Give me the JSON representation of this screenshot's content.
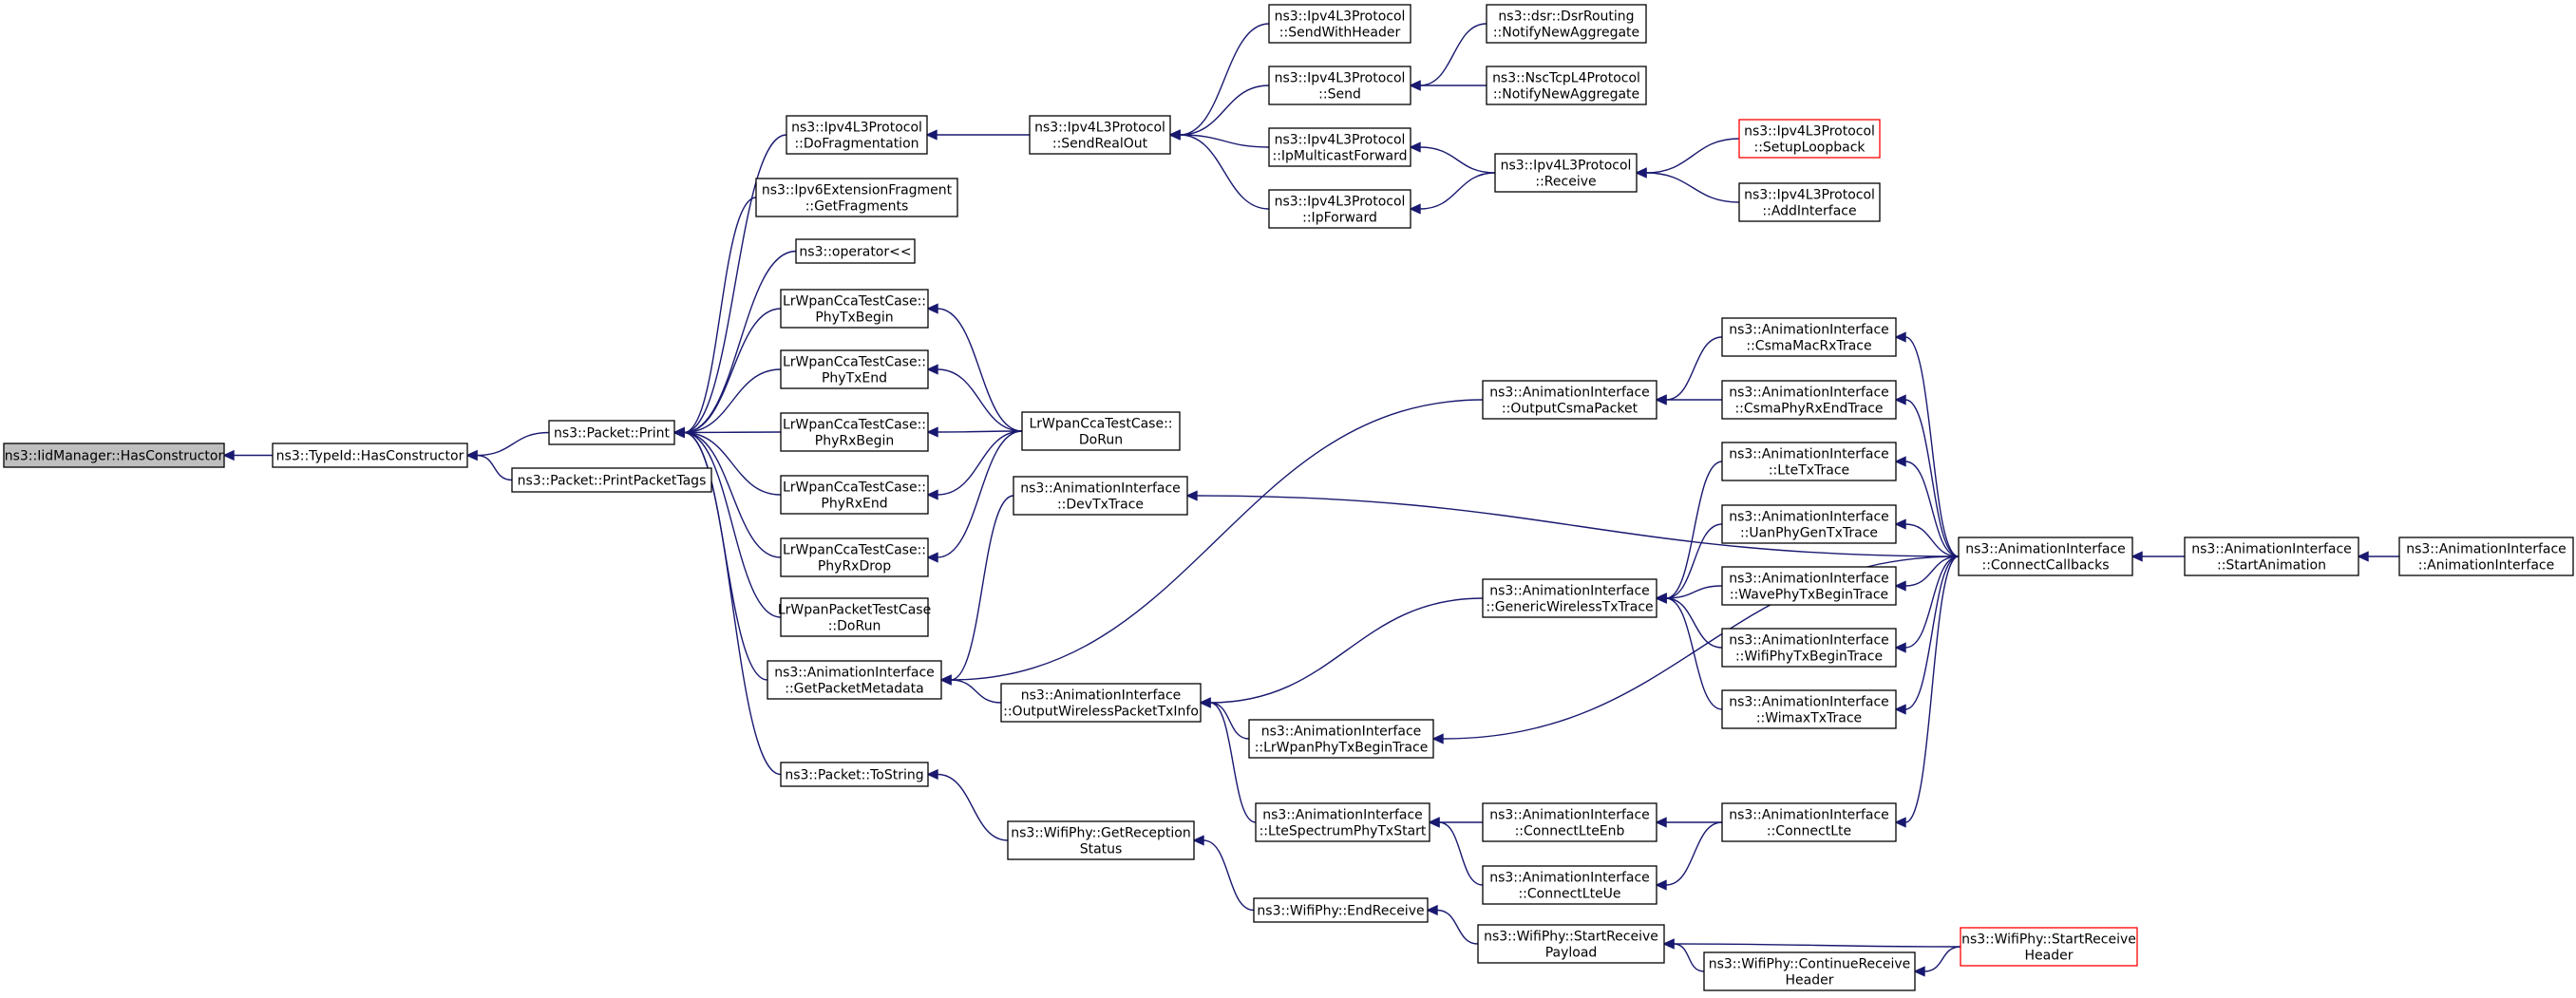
{
  "colors": {
    "edge": "#191970",
    "root_fill": "#bfbfbf",
    "truncated_border": "#ff0000"
  },
  "nodes": [
    {
      "id": "iid_hascons",
      "lines": [
        "ns3::IidManager::HasConstructor"
      ],
      "style": "root"
    },
    {
      "id": "typeid_hascons",
      "lines": [
        "ns3::TypeId::HasConstructor"
      ]
    },
    {
      "id": "packet_print",
      "lines": [
        "ns3::Packet::Print"
      ]
    },
    {
      "id": "packet_printtags",
      "lines": [
        "ns3::Packet::PrintPacketTags"
      ]
    },
    {
      "id": "ipv4_dofrag",
      "lines": [
        "ns3::Ipv4L3Protocol",
        "::DoFragmentation"
      ]
    },
    {
      "id": "ipv6_getfrag",
      "lines": [
        "ns3::Ipv6ExtensionFragment",
        "::GetFragments"
      ]
    },
    {
      "id": "operator_ll",
      "lines": [
        "ns3::operator<<"
      ]
    },
    {
      "id": "lrcca_txbegin",
      "lines": [
        "LrWpanCcaTestCase::",
        "PhyTxBegin"
      ]
    },
    {
      "id": "lrcca_txend",
      "lines": [
        "LrWpanCcaTestCase::",
        "PhyTxEnd"
      ]
    },
    {
      "id": "lrcca_rxbegin",
      "lines": [
        "LrWpanCcaTestCase::",
        "PhyRxBegin"
      ]
    },
    {
      "id": "lrcca_rxend",
      "lines": [
        "LrWpanCcaTestCase::",
        "PhyRxEnd"
      ]
    },
    {
      "id": "lrcca_rxdrop",
      "lines": [
        "LrWpanCcaTestCase::",
        "PhyRxDrop"
      ]
    },
    {
      "id": "lrpacket_dorun",
      "lines": [
        "LrWpanPacketTestCase",
        "::DoRun"
      ]
    },
    {
      "id": "ai_getpktmeta",
      "lines": [
        "ns3::AnimationInterface",
        "::GetPacketMetadata"
      ]
    },
    {
      "id": "packet_tostring",
      "lines": [
        "ns3::Packet::ToString"
      ]
    },
    {
      "id": "ipv4_sendrealout",
      "lines": [
        "ns3::Ipv4L3Protocol",
        "::SendRealOut"
      ]
    },
    {
      "id": "lrcca_dorun",
      "lines": [
        "LrWpanCcaTestCase::",
        "DoRun"
      ]
    },
    {
      "id": "ai_devtxtrace",
      "lines": [
        "ns3::AnimationInterface",
        "::DevTxTrace"
      ]
    },
    {
      "id": "ai_outwirelesstx",
      "lines": [
        "ns3::AnimationInterface",
        "::OutputWirelessPacketTxInfo"
      ]
    },
    {
      "id": "wifiphy_getrecstat",
      "lines": [
        "ns3::WifiPhy::GetReception",
        "Status"
      ]
    },
    {
      "id": "ipv4_sendwithhdr",
      "lines": [
        "ns3::Ipv4L3Protocol",
        "::SendWithHeader"
      ]
    },
    {
      "id": "ipv4_send",
      "lines": [
        "ns3::Ipv4L3Protocol",
        "::Send"
      ]
    },
    {
      "id": "ipv4_ipmcfwd",
      "lines": [
        "ns3::Ipv4L3Protocol",
        "::IpMulticastForward"
      ]
    },
    {
      "id": "ipv4_ipfwd",
      "lines": [
        "ns3::Ipv4L3Protocol",
        "::IpForward"
      ]
    },
    {
      "id": "ai_lrwpantxbegin",
      "lines": [
        "ns3::AnimationInterface",
        "::LrWpanPhyTxBeginTrace"
      ]
    },
    {
      "id": "ai_ltespectx",
      "lines": [
        "ns3::AnimationInterface",
        "::LteSpectrumPhyTxStart"
      ]
    },
    {
      "id": "wifiphy_endrecv",
      "lines": [
        "ns3::WifiPhy::EndReceive"
      ]
    },
    {
      "id": "dsr_notify",
      "lines": [
        "ns3::dsr::DsrRouting",
        "::NotifyNewAggregate"
      ]
    },
    {
      "id": "nsctcp_notify",
      "lines": [
        "ns3::NscTcpL4Protocol",
        "::NotifyNewAggregate"
      ]
    },
    {
      "id": "ipv4_receive",
      "lines": [
        "ns3::Ipv4L3Protocol",
        "::Receive"
      ]
    },
    {
      "id": "ai_outcsmapkt",
      "lines": [
        "ns3::AnimationInterface",
        "::OutputCsmaPacket"
      ]
    },
    {
      "id": "ai_genwirelesstx",
      "lines": [
        "ns3::AnimationInterface",
        "::GenericWirelessTxTrace"
      ]
    },
    {
      "id": "ai_connlteenb",
      "lines": [
        "ns3::AnimationInterface",
        "::ConnectLteEnb"
      ]
    },
    {
      "id": "ai_connlteue",
      "lines": [
        "ns3::AnimationInterface",
        "::ConnectLteUe"
      ]
    },
    {
      "id": "wifiphy_startrecvpl",
      "lines": [
        "ns3::WifiPhy::StartReceive",
        "Payload"
      ]
    },
    {
      "id": "ipv4_setuploop",
      "lines": [
        "ns3::Ipv4L3Protocol",
        "::SetupLoopback"
      ],
      "style": "red"
    },
    {
      "id": "ipv4_addif",
      "lines": [
        "ns3::Ipv4L3Protocol",
        "::AddInterface"
      ]
    },
    {
      "id": "ai_csmamacrx",
      "lines": [
        "ns3::AnimationInterface",
        "::CsmaMacRxTrace"
      ]
    },
    {
      "id": "ai_csmaphyrxend",
      "lines": [
        "ns3::AnimationInterface",
        "::CsmaPhyRxEndTrace"
      ]
    },
    {
      "id": "ai_ltetx",
      "lines": [
        "ns3::AnimationInterface",
        "::LteTxTrace"
      ]
    },
    {
      "id": "ai_uanphygentx",
      "lines": [
        "ns3::AnimationInterface",
        "::UanPhyGenTxTrace"
      ]
    },
    {
      "id": "ai_wavephytxbegin",
      "lines": [
        "ns3::AnimationInterface",
        "::WavePhyTxBeginTrace"
      ]
    },
    {
      "id": "ai_wifiphytxbegin",
      "lines": [
        "ns3::AnimationInterface",
        "::WifiPhyTxBeginTrace"
      ]
    },
    {
      "id": "ai_wimaxtx",
      "lines": [
        "ns3::AnimationInterface",
        "::WimaxTxTrace"
      ]
    },
    {
      "id": "ai_connlte",
      "lines": [
        "ns3::AnimationInterface",
        "::ConnectLte"
      ]
    },
    {
      "id": "wifiphy_contrecvhdr",
      "lines": [
        "ns3::WifiPhy::ContinueReceive",
        "Header"
      ]
    },
    {
      "id": "ai_conncallbacks",
      "lines": [
        "ns3::AnimationInterface",
        "::ConnectCallbacks"
      ]
    },
    {
      "id": "wifiphy_startrecvhdr",
      "lines": [
        "ns3::WifiPhy::StartReceive",
        "Header"
      ],
      "style": "red"
    },
    {
      "id": "ai_startanim",
      "lines": [
        "ns3::AnimationInterface",
        "::StartAnimation"
      ]
    },
    {
      "id": "ai_ctor",
      "lines": [
        "ns3::AnimationInterface",
        "::AnimationInterface"
      ]
    }
  ],
  "edges": [
    [
      "typeid_hascons",
      "iid_hascons"
    ],
    [
      "packet_print",
      "typeid_hascons"
    ],
    [
      "packet_printtags",
      "typeid_hascons"
    ],
    [
      "ipv4_dofrag",
      "packet_print"
    ],
    [
      "ipv6_getfrag",
      "packet_print"
    ],
    [
      "operator_ll",
      "packet_print"
    ],
    [
      "lrcca_txbegin",
      "packet_print"
    ],
    [
      "lrcca_txend",
      "packet_print"
    ],
    [
      "lrcca_rxbegin",
      "packet_print"
    ],
    [
      "lrcca_rxend",
      "packet_print"
    ],
    [
      "lrcca_rxdrop",
      "packet_print"
    ],
    [
      "lrpacket_dorun",
      "packet_print"
    ],
    [
      "ai_getpktmeta",
      "packet_print"
    ],
    [
      "packet_tostring",
      "packet_print"
    ],
    [
      "ipv4_sendrealout",
      "ipv4_dofrag"
    ],
    [
      "lrcca_dorun",
      "lrcca_txbegin"
    ],
    [
      "lrcca_dorun",
      "lrcca_txend"
    ],
    [
      "lrcca_dorun",
      "lrcca_rxbegin"
    ],
    [
      "lrcca_dorun",
      "lrcca_rxend"
    ],
    [
      "lrcca_dorun",
      "lrcca_rxdrop"
    ],
    [
      "ai_devtxtrace",
      "ai_getpktmeta"
    ],
    [
      "ai_outcsmapkt",
      "ai_getpktmeta"
    ],
    [
      "ai_outwirelesstx",
      "ai_getpktmeta"
    ],
    [
      "wifiphy_getrecstat",
      "packet_tostring"
    ],
    [
      "ipv4_sendwithhdr",
      "ipv4_sendrealout"
    ],
    [
      "ipv4_send",
      "ipv4_sendrealout"
    ],
    [
      "ipv4_ipmcfwd",
      "ipv4_sendrealout"
    ],
    [
      "ipv4_ipfwd",
      "ipv4_sendrealout"
    ],
    [
      "ai_genwirelesstx",
      "ai_outwirelesstx"
    ],
    [
      "ai_lrwpantxbegin",
      "ai_outwirelesstx"
    ],
    [
      "ai_ltespectx",
      "ai_outwirelesstx"
    ],
    [
      "wifiphy_endrecv",
      "wifiphy_getrecstat"
    ],
    [
      "dsr_notify",
      "ipv4_send"
    ],
    [
      "nsctcp_notify",
      "ipv4_send"
    ],
    [
      "ipv4_receive",
      "ipv4_ipmcfwd"
    ],
    [
      "ipv4_receive",
      "ipv4_ipfwd"
    ],
    [
      "ai_connlteenb",
      "ai_ltespectx"
    ],
    [
      "ai_connlteue",
      "ai_ltespectx"
    ],
    [
      "wifiphy_startrecvpl",
      "wifiphy_endrecv"
    ],
    [
      "ipv4_setuploop",
      "ipv4_receive"
    ],
    [
      "ipv4_addif",
      "ipv4_receive"
    ],
    [
      "ai_csmamacrx",
      "ai_outcsmapkt"
    ],
    [
      "ai_csmaphyrxend",
      "ai_outcsmapkt"
    ],
    [
      "ai_ltetx",
      "ai_genwirelesstx"
    ],
    [
      "ai_uanphygentx",
      "ai_genwirelesstx"
    ],
    [
      "ai_wavephytxbegin",
      "ai_genwirelesstx"
    ],
    [
      "ai_wifiphytxbegin",
      "ai_genwirelesstx"
    ],
    [
      "ai_wimaxtx",
      "ai_genwirelesstx"
    ],
    [
      "ai_connlte",
      "ai_connlteenb"
    ],
    [
      "ai_connlte",
      "ai_connlteue"
    ],
    [
      "wifiphy_contrecvhdr",
      "wifiphy_startrecvpl"
    ],
    [
      "wifiphy_startrecvhdr",
      "wifiphy_startrecvpl"
    ],
    [
      "ai_conncallbacks",
      "ai_devtxtrace"
    ],
    [
      "ai_conncallbacks",
      "ai_csmamacrx"
    ],
    [
      "ai_conncallbacks",
      "ai_csmaphyrxend"
    ],
    [
      "ai_conncallbacks",
      "ai_ltetx"
    ],
    [
      "ai_conncallbacks",
      "ai_uanphygentx"
    ],
    [
      "ai_conncallbacks",
      "ai_wavephytxbegin"
    ],
    [
      "ai_conncallbacks",
      "ai_wifiphytxbegin"
    ],
    [
      "ai_conncallbacks",
      "ai_wimaxtx"
    ],
    [
      "ai_conncallbacks",
      "ai_lrwpantxbegin"
    ],
    [
      "ai_conncallbacks",
      "ai_connlte"
    ],
    [
      "wifiphy_startrecvhdr",
      "wifiphy_contrecvhdr"
    ],
    [
      "ai_startanim",
      "ai_conncallbacks"
    ],
    [
      "ai_ctor",
      "ai_startanim"
    ]
  ]
}
